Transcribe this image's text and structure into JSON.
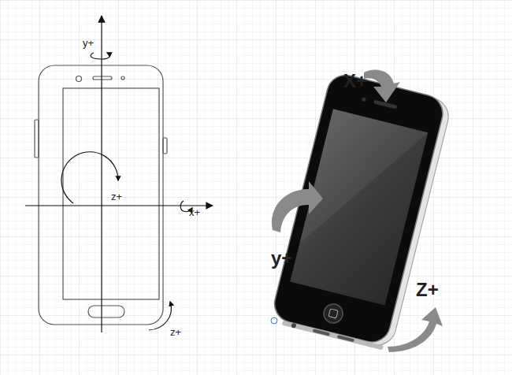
{
  "diagram": {
    "labels": [
      "y+",
      "z+",
      "x+",
      "z+",
      "X+",
      "y+",
      "Z+"
    ]
  }
}
